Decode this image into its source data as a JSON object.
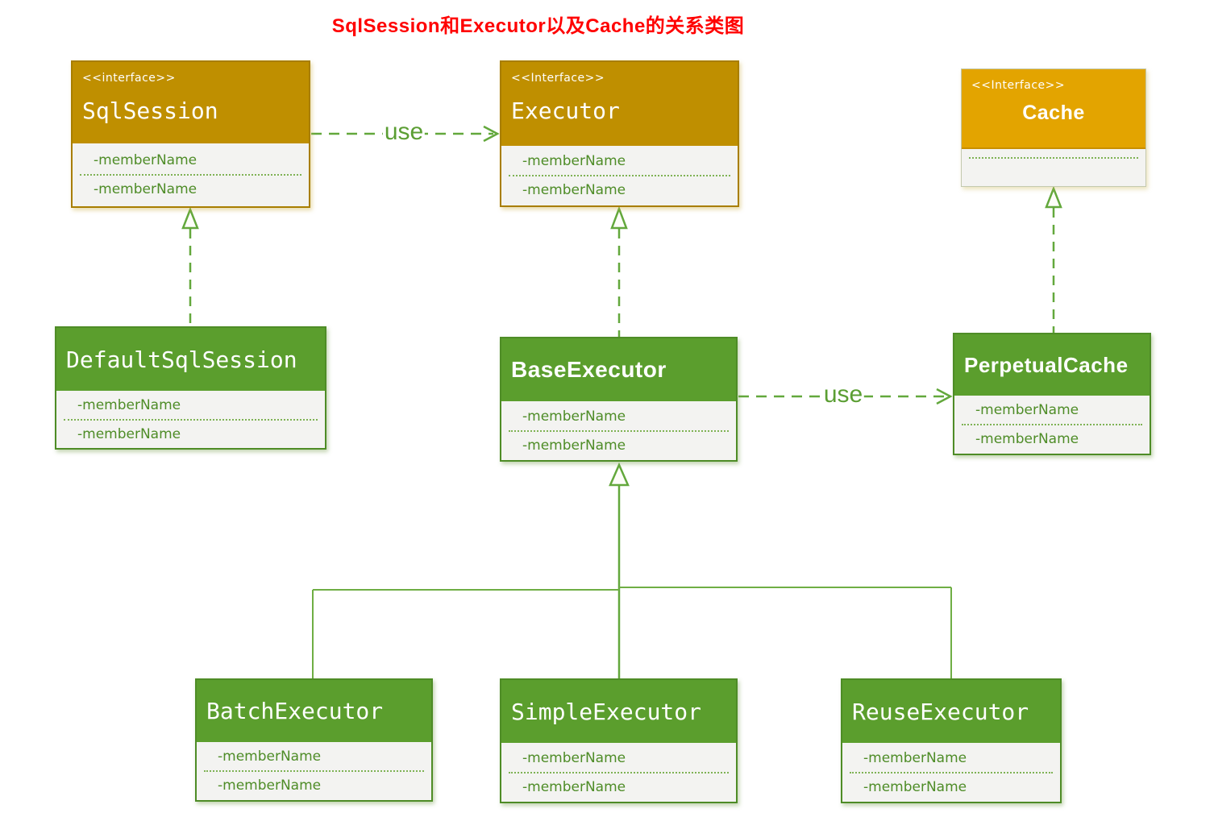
{
  "title": "SqlSession和Executor以及Cache的关系类图",
  "colors": {
    "interface_header": "#BF8F00",
    "cache_header": "#E3A400",
    "class_header": "#5B9E2D",
    "member_text": "#4E8C27",
    "connector_green": "#63A83C",
    "title_red": "#FF0000",
    "body_background": "#F3F3F1"
  },
  "nodes": {
    "sqlsession": {
      "stereotype": "<<interface>>",
      "name": "SqlSession",
      "members": [
        "-memberName",
        "-memberName"
      ]
    },
    "executor": {
      "stereotype": "<<Interface>>",
      "name": "Executor",
      "members": [
        "-memberName",
        "-memberName"
      ]
    },
    "cache": {
      "stereotype": "<<Interface>>",
      "name": "Cache",
      "members": []
    },
    "defaultsqlsession": {
      "name": "DefaultSqlSession",
      "members": [
        "-memberName",
        "-memberName"
      ]
    },
    "baseexecutor": {
      "name": "BaseExecutor",
      "members": [
        "-memberName",
        "-memberName"
      ]
    },
    "perpetualcache": {
      "name": "PerpetualCache",
      "members": [
        "-memberName",
        "-memberName"
      ]
    },
    "batchexecutor": {
      "name": "BatchExecutor",
      "members": [
        "-memberName",
        "-memberName"
      ]
    },
    "simpleexecutor": {
      "name": "SimpleExecutor",
      "members": [
        "-memberName",
        "-memberName"
      ]
    },
    "reuseexecutor": {
      "name": "ReuseExecutor",
      "members": [
        "-memberName",
        "-memberName"
      ]
    }
  },
  "edges": {
    "sqlsession_uses_executor": {
      "label": "use",
      "type": "dependency"
    },
    "baseexecutor_uses_perpetualcache": {
      "label": "use",
      "type": "dependency"
    },
    "defaultsqlsession_implements_sqlsession": {
      "type": "realization"
    },
    "baseexecutor_implements_executor": {
      "type": "realization"
    },
    "perpetualcache_implements_cache": {
      "type": "realization"
    },
    "executors_extend_baseexecutor": {
      "type": "generalization"
    }
  }
}
